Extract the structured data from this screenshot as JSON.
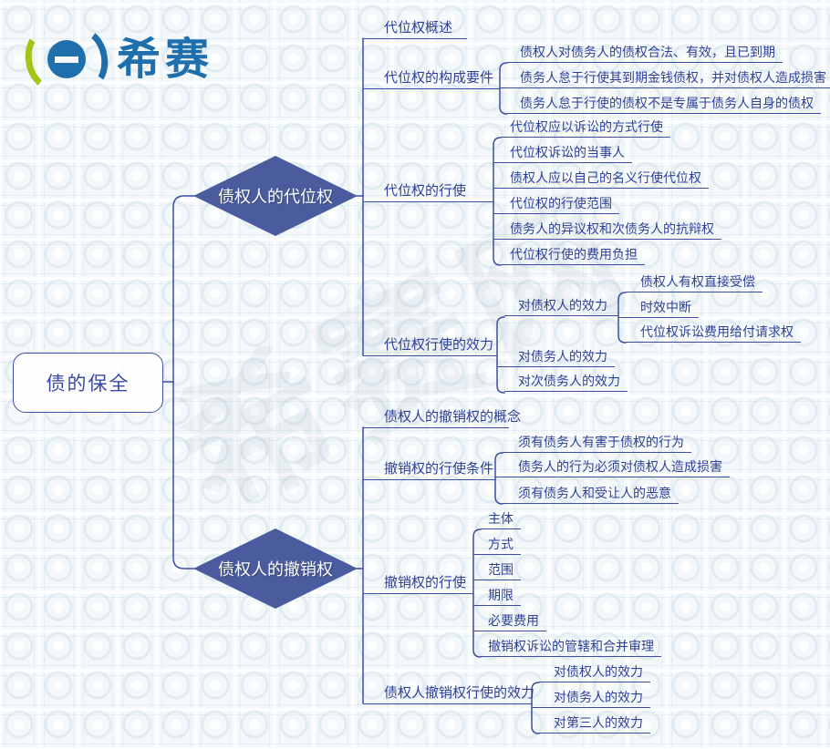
{
  "logo": {
    "brand": "希赛",
    "icon": "xisai-e-logo"
  },
  "watermark": "希赛网",
  "colors": {
    "line": "#3d4da5",
    "label_text": "#2e3f98",
    "diamond_fill": "#4a5c9e",
    "diamond_text": "#ffffff",
    "root_border": "#3f51a5",
    "root_text": "#3949ab",
    "logo_blue": "#1f6fad",
    "logo_green": "#a6c417"
  },
  "root": {
    "label": "债的保全"
  },
  "branches": [
    {
      "label": "债权人的代位权",
      "children": [
        {
          "label": "代位权概述"
        },
        {
          "label": "代位权的构成要件",
          "children": [
            {
              "label": "债权人对债务人的债权合法、有效，且已到期"
            },
            {
              "label": "债务人怠于行使其到期金钱债权，并对债权人造成损害"
            },
            {
              "label": "债务人怠于行使的债权不是专属于债务人自身的债权"
            }
          ]
        },
        {
          "label": "代位权的行使",
          "children": [
            {
              "label": "代位权应以诉讼的方式行使"
            },
            {
              "label": "代位权诉讼的当事人"
            },
            {
              "label": "债权人应以自己的名义行使代位权"
            },
            {
              "label": "代位权的行使范围"
            },
            {
              "label": "债务人的异议权和次债务人的抗辩权"
            },
            {
              "label": "代位权行使的费用负担"
            }
          ]
        },
        {
          "label": "代位权行使的效力",
          "children": [
            {
              "label": "对债权人的效力",
              "children": [
                {
                  "label": "债权人有权直接受偿"
                },
                {
                  "label": "时效中断"
                },
                {
                  "label": "代位权诉讼费用给付请求权"
                }
              ]
            },
            {
              "label": "对债务人的效力"
            },
            {
              "label": "对次债务人的效力"
            }
          ]
        }
      ]
    },
    {
      "label": "债权人的撤销权",
      "children": [
        {
          "label": "债权人的撤销权的概念"
        },
        {
          "label": "撤销权的行使条件",
          "children": [
            {
              "label": "须有债务人有害于债权的行为"
            },
            {
              "label": "债务人的行为必须对债权人造成损害"
            },
            {
              "label": "须有债务人和受让人的恶意"
            }
          ]
        },
        {
          "label": "撤销权的行使",
          "children": [
            {
              "label": "主体"
            },
            {
              "label": "方式"
            },
            {
              "label": "范围"
            },
            {
              "label": "期限"
            },
            {
              "label": "必要费用"
            },
            {
              "label": "撤销权诉讼的管辖和合并审理"
            }
          ]
        },
        {
          "label": "债权人撤销权行使的效力",
          "children": [
            {
              "label": "对债权人的效力"
            },
            {
              "label": "对债务人的效力"
            },
            {
              "label": "对第三人的效力"
            }
          ]
        }
      ]
    }
  ]
}
